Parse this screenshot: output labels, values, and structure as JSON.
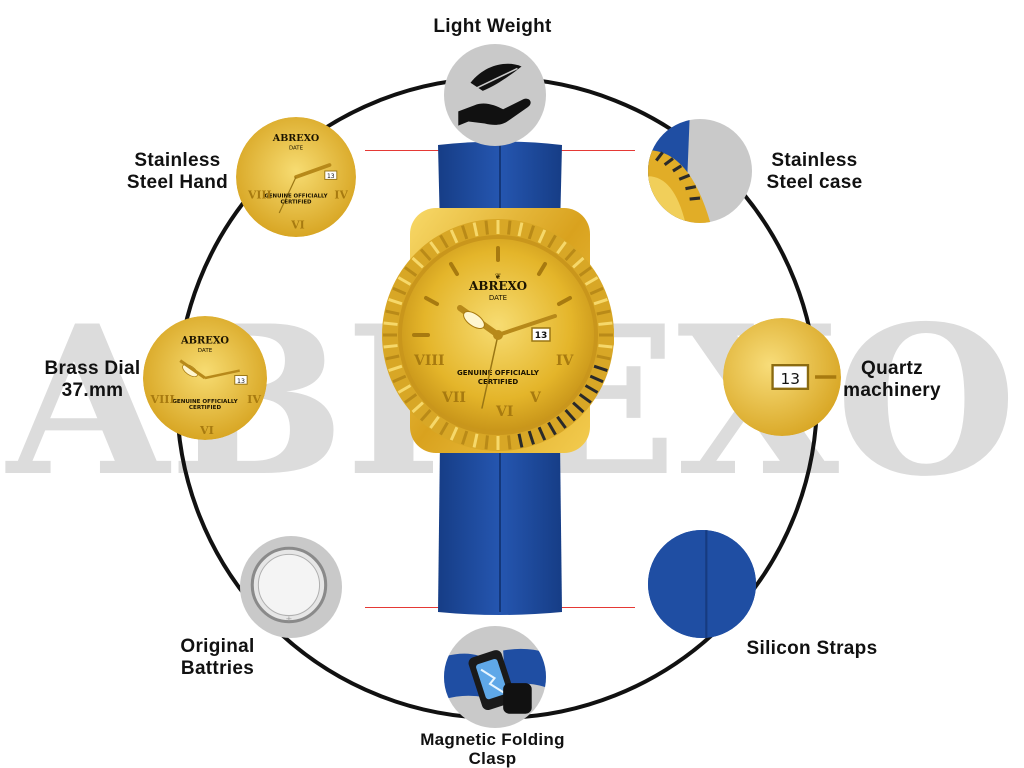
{
  "watermark": "ABREXO",
  "colors": {
    "strap": "#1f4ea3",
    "gold": "#e7b92a",
    "ring": "#111111",
    "thumb_bg": "#c9c9c9",
    "accent_line": "#e53935"
  },
  "dial": {
    "brand": "ABREXO",
    "subtitle": "DATE",
    "line1": "GENUINE OFFICIALLY",
    "line2": "CERTIFIED",
    "date": "13"
  },
  "features": {
    "light_weight": {
      "label": "Light Weight",
      "icon": "feather-hand-icon"
    },
    "stainless_hand": {
      "line1": "Stainless",
      "line2": "Steel Hand"
    },
    "stainless_case": {
      "line1": "Stainless",
      "line2": "Steel case"
    },
    "brass_dial": {
      "line1": "Brass Dial",
      "line2": "37.mm"
    },
    "quartz": {
      "line1": "Quartz",
      "line2": "machinery"
    },
    "batteries": {
      "line1": "Original",
      "line2": "Battries",
      "icon": "coin-battery-icon"
    },
    "straps": {
      "label": "Silicon Straps"
    },
    "clasp": {
      "line1": "Magnetic Folding",
      "line2": "Clasp",
      "icon": "magnetic-clasp-icon"
    }
  }
}
